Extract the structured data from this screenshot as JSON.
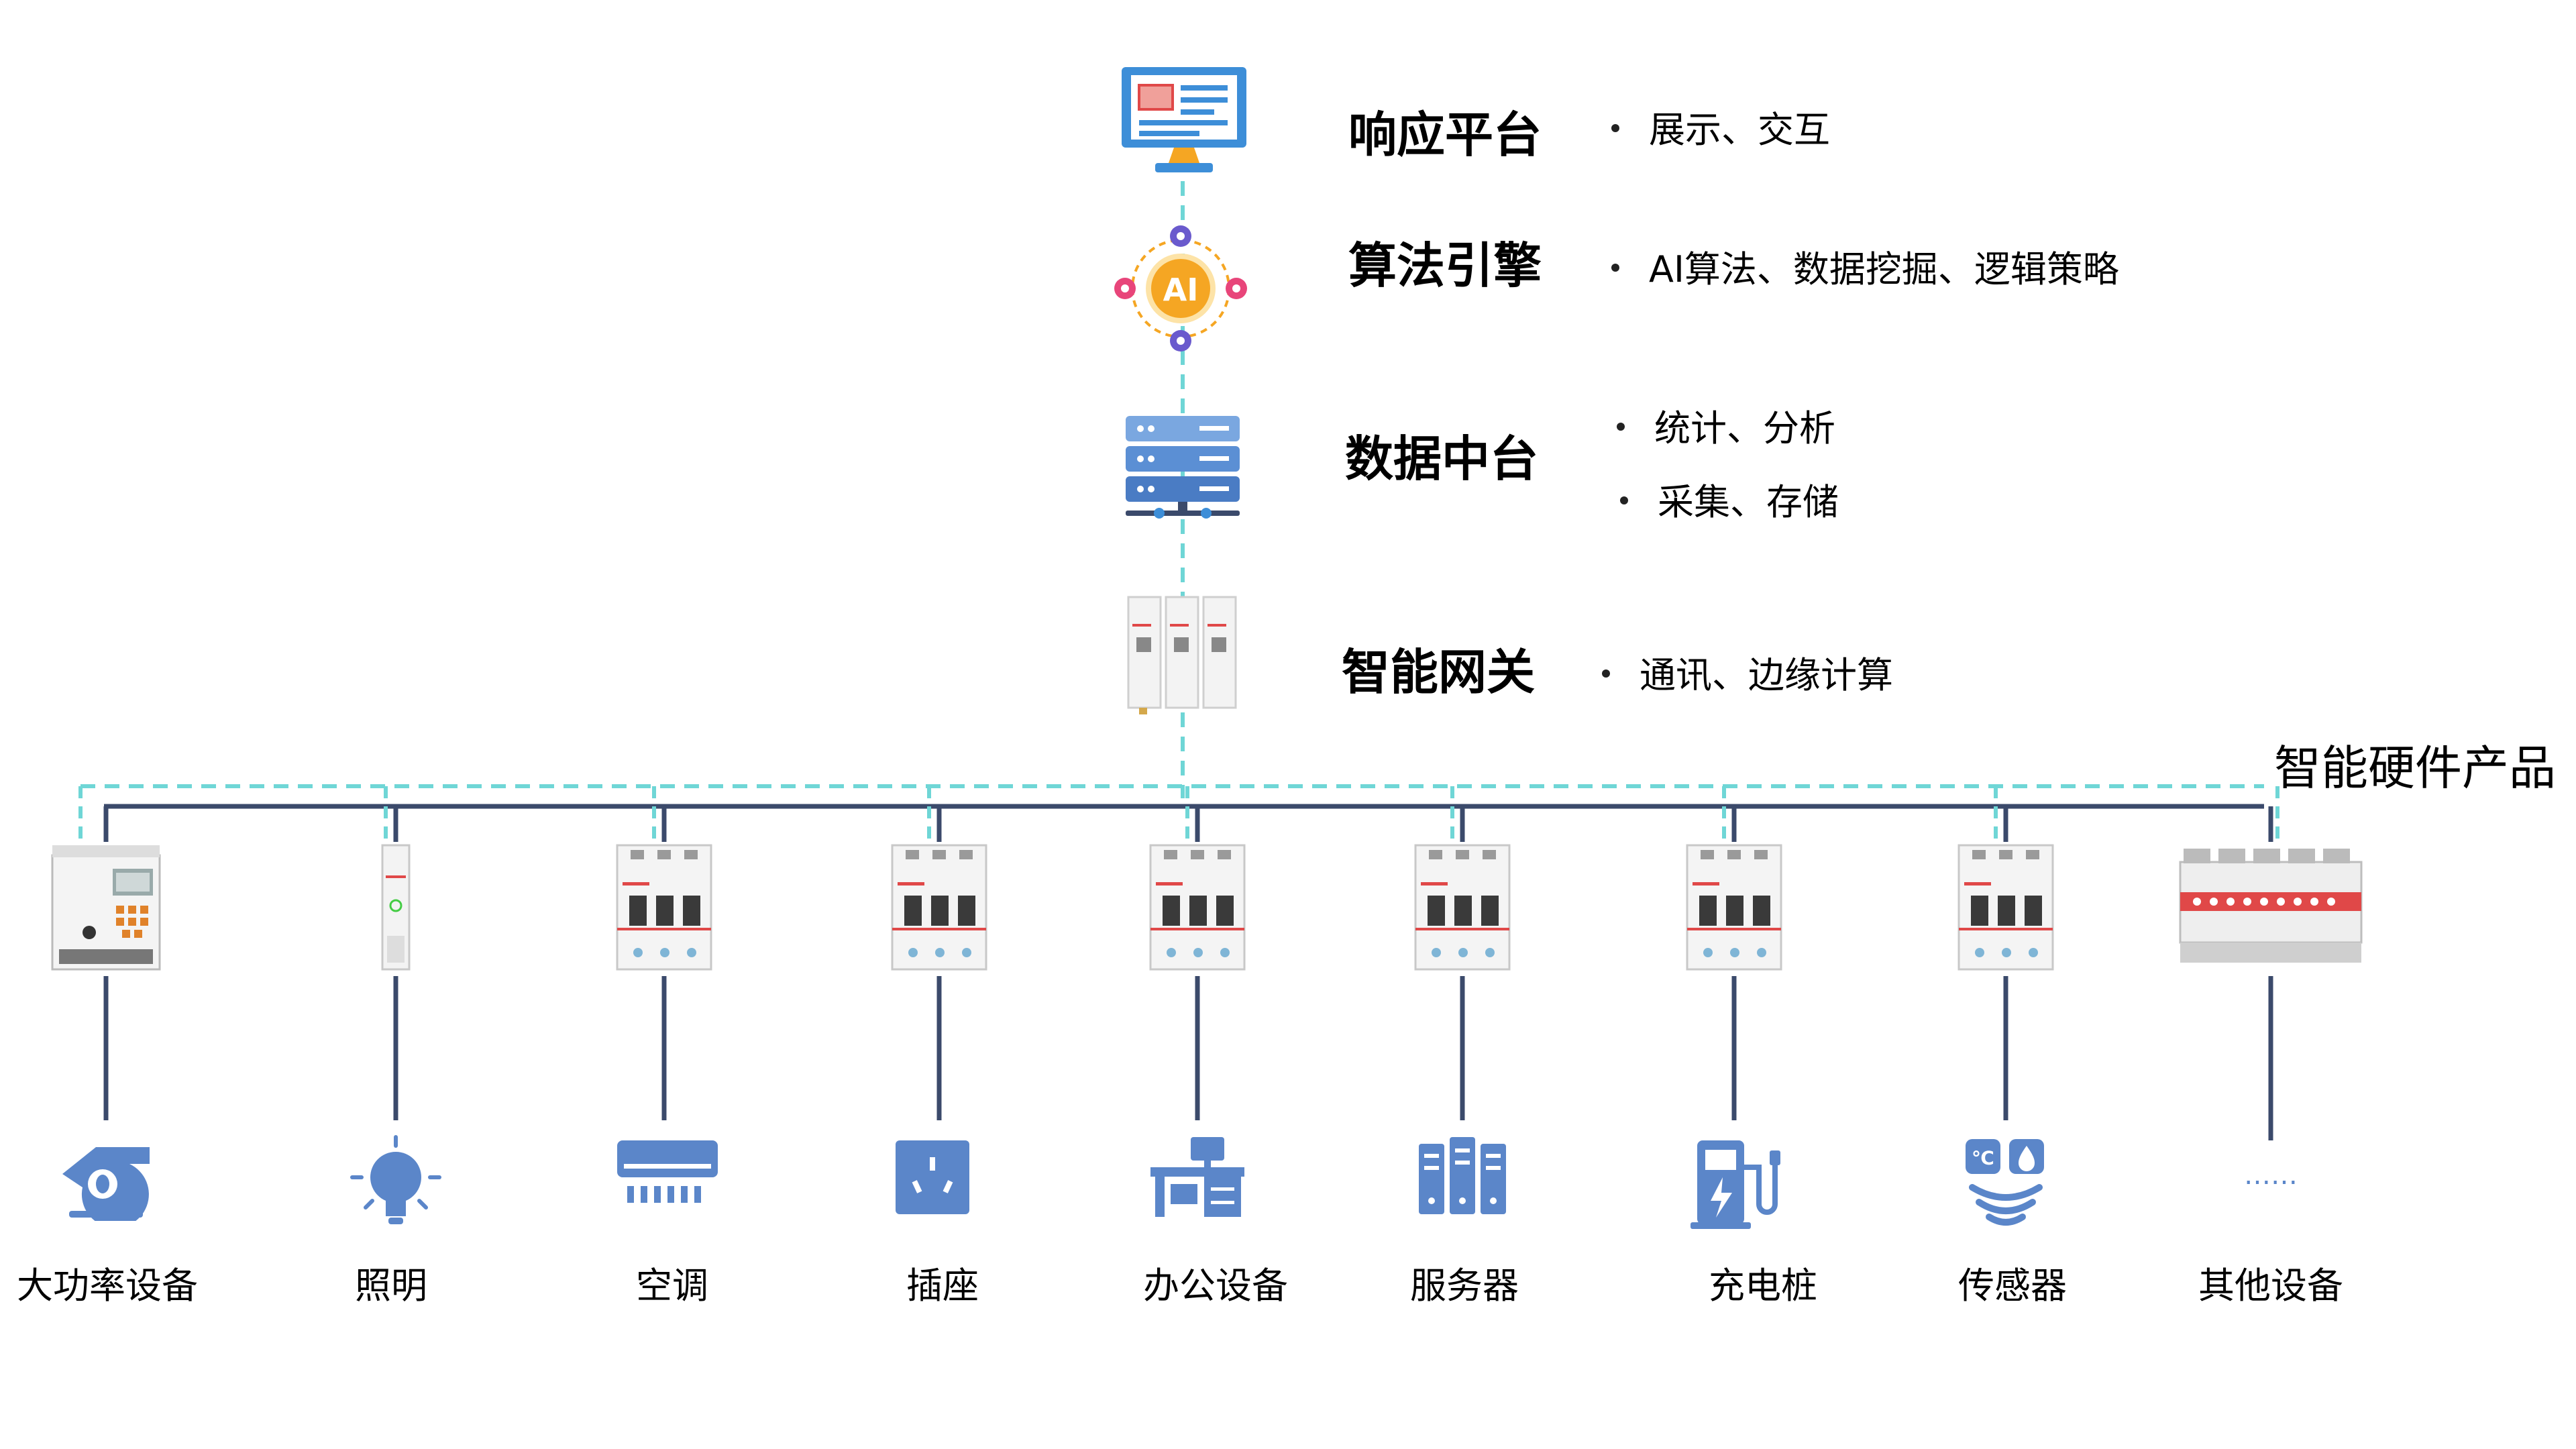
{
  "layers": [
    {
      "title": "响应平台",
      "bullets": [
        "展示、交互"
      ],
      "icon": "monitor-icon"
    },
    {
      "title": "算法引擎",
      "bullets": [
        "AI算法、数据挖掘、逻辑策略"
      ],
      "icon": "ai-engine-icon",
      "badge": "AI"
    },
    {
      "title": "数据中台",
      "bullets": [
        "统计、分析",
        "采集、存储"
      ],
      "icon": "server-icon"
    },
    {
      "title": "智能网关",
      "bullets": [
        "通讯、边缘计算"
      ],
      "icon": "gateway-icon"
    }
  ],
  "hardware_label": "智能硬件产品",
  "devices": [
    {
      "label": "大功率设备",
      "module": "power-meter",
      "icon": "pump-icon"
    },
    {
      "label": "照明",
      "module": "relay-single",
      "icon": "bulb-icon"
    },
    {
      "label": "空调",
      "module": "breaker",
      "icon": "air-conditioner-icon"
    },
    {
      "label": "插座",
      "module": "breaker",
      "icon": "socket-icon"
    },
    {
      "label": "办公设备",
      "module": "breaker",
      "icon": "office-desk-icon"
    },
    {
      "label": "服务器",
      "module": "breaker",
      "icon": "server-rack-icon"
    },
    {
      "label": "充电桩",
      "module": "breaker",
      "icon": "charging-pile-icon"
    },
    {
      "label": "传感器",
      "module": "breaker",
      "icon": "sensor-icon",
      "badge": "℃"
    },
    {
      "label": "其他设备",
      "module": "controller",
      "icon": "ellipsis-icon",
      "badge": "……"
    }
  ],
  "colors": {
    "bus": "#3b4a6b",
    "dashed": "#6fd6d6",
    "icon_blue": "#5b86c9",
    "accent_red": "#e04848",
    "ai_orange": "#f5a623",
    "ai_purple": "#6a5acd",
    "ai_pink": "#e8457a"
  }
}
